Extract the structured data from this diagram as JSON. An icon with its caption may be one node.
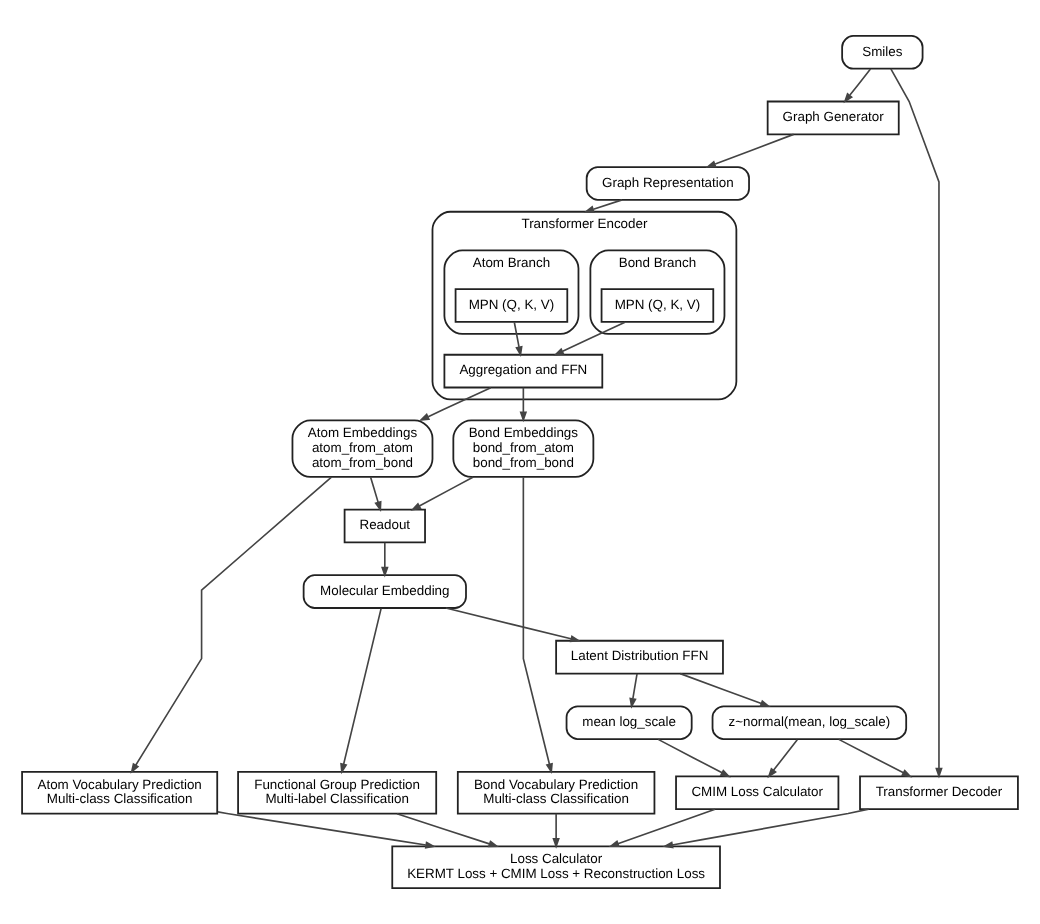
{
  "diagram": {
    "nodes": [
      {
        "text": [
          "Smiles"
        ]
      },
      {
        "text": [
          "Graph Generator"
        ]
      },
      {
        "text": [
          "Graph Representation"
        ]
      },
      {
        "text": [
          "Transformer Encoder"
        ]
      },
      {
        "text": [
          "Atom Branch"
        ],
        "in": 3
      },
      {
        "text": [
          "MPN (Q, K, V)"
        ],
        "in": 4
      },
      {
        "text": [
          "Bond Branch"
        ],
        "in": 3
      },
      {
        "text": [
          "MPN (Q, K, V)"
        ],
        "in": 6
      },
      {
        "text": [
          "Aggregation and FFN"
        ],
        "in": 3
      },
      {
        "text": [
          "Atom Embeddings",
          "atom_from_atom",
          "atom_from_bond"
        ]
      },
      {
        "text": [
          "Bond Embeddings",
          "bond_from_atom",
          "bond_from_bond"
        ]
      },
      {
        "text": [
          "Readout"
        ]
      },
      {
        "text": [
          "Molecular Embedding"
        ]
      },
      {
        "text": [
          "Latent Distribution FFN"
        ]
      },
      {
        "text": [
          "mean log_scale"
        ]
      },
      {
        "text": [
          "z~normal(mean, log_scale)"
        ]
      },
      {
        "text": [
          "Atom Vocabulary Prediction",
          "Multi-class Classification"
        ]
      },
      {
        "text": [
          "Functional Group Prediction",
          "Multi-label Classification"
        ]
      },
      {
        "text": [
          "Bond Vocabulary Prediction",
          "Multi-class Classification"
        ]
      },
      {
        "text": [
          "CMIM Loss Calculator"
        ]
      },
      {
        "text": [
          "Transformer Decoder"
        ]
      },
      {
        "text": [
          "Loss Calculator",
          "KERMT Loss + CMIM Loss + Reconstruction Loss"
        ]
      }
    ],
    "edges": [
      {
        "from": 0,
        "to": 1,
        "arrow": "to"
      },
      {
        "from": 1,
        "to": 2,
        "arrow": "to"
      },
      {
        "from": 2,
        "to": 3,
        "arrow": "to"
      },
      {
        "from": 5,
        "to": 8,
        "arrow": "to"
      },
      {
        "from": 7,
        "to": 8,
        "arrow": "to"
      },
      {
        "from": 8,
        "to": 9,
        "arrow": "to"
      },
      {
        "from": 8,
        "to": 10,
        "arrow": "to"
      },
      {
        "from": 9,
        "to": 11,
        "arrow": "to"
      },
      {
        "from": 10,
        "to": 11,
        "arrow": "to"
      },
      {
        "from": 11,
        "to": 12,
        "arrow": "to"
      },
      {
        "from": 9,
        "to": 16,
        "arrow": "to"
      },
      {
        "from": 10,
        "to": 18,
        "arrow": "to"
      },
      {
        "from": 12,
        "to": 17,
        "arrow": "to"
      },
      {
        "from": 12,
        "to": 13,
        "arrow": "to"
      },
      {
        "from": 13,
        "to": 14,
        "arrow": "to"
      },
      {
        "from": 13,
        "to": 15,
        "arrow": "to"
      },
      {
        "from": 14,
        "to": 19,
        "arrow": "to"
      },
      {
        "from": 15,
        "to": 19,
        "arrow": "to"
      },
      {
        "from": 15,
        "to": 20,
        "arrow": "to"
      },
      {
        "from": 0,
        "to": 20,
        "arrow": "to"
      },
      {
        "from": 16,
        "to": 21,
        "arrow": "to"
      },
      {
        "from": 17,
        "to": 21,
        "arrow": "to"
      },
      {
        "from": 18,
        "to": 21,
        "arrow": "to"
      },
      {
        "from": 19,
        "to": 21,
        "arrow": "to"
      },
      {
        "from": 20,
        "to": 21,
        "arrow": "to"
      }
    ]
  }
}
